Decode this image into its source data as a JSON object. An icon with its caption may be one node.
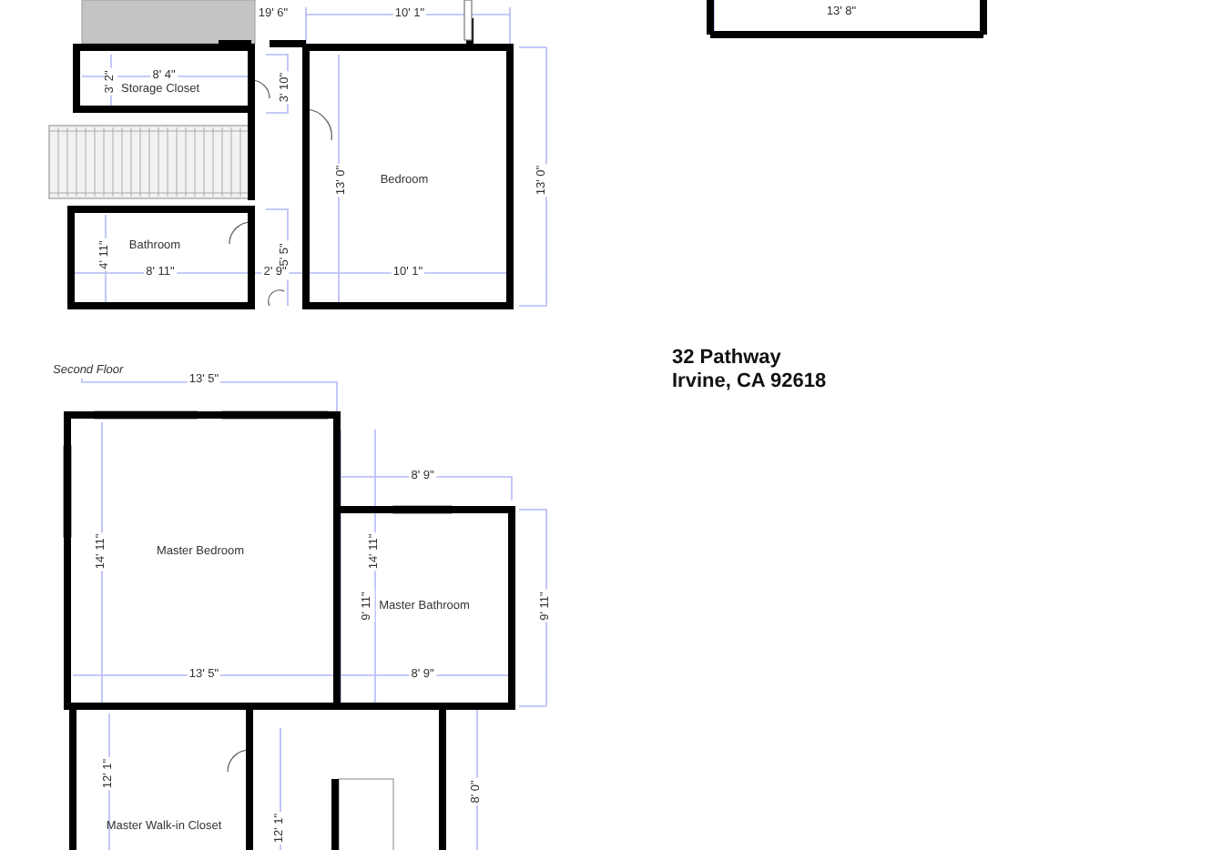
{
  "diagram": {
    "nodes": [
      {
        "text": [
          "Storage Closet"
        ]
      },
      {
        "text": [
          "Bedroom"
        ]
      },
      {
        "text": [
          "Bathroom"
        ]
      },
      {
        "text": [
          "Master Bedroom"
        ]
      },
      {
        "text": [
          "Master Bathroom"
        ]
      },
      {
        "text": [
          "Master Walk-in Closet"
        ]
      }
    ],
    "labels": [
      "19' 6\"",
      "10' 1\"",
      "13' 8\"",
      "8' 4\"",
      "3' 2\"",
      "3' 10\"",
      "13' 0\"",
      "13' 0\"",
      "4' 11\"",
      "5' 5\"",
      "8' 11\"",
      "2' 9\"",
      "10' 1\"",
      "Second Floor",
      "13' 5\"",
      "8' 9\"",
      "14' 11\"",
      "14' 11\"",
      "9' 11\"",
      "9' 11\"",
      "13' 5\"",
      "8' 9\"",
      "8' 0\"",
      "12' 1\"",
      "12' 1\"",
      "32 Pathway",
      "Irvine, CA 92618"
    ]
  }
}
